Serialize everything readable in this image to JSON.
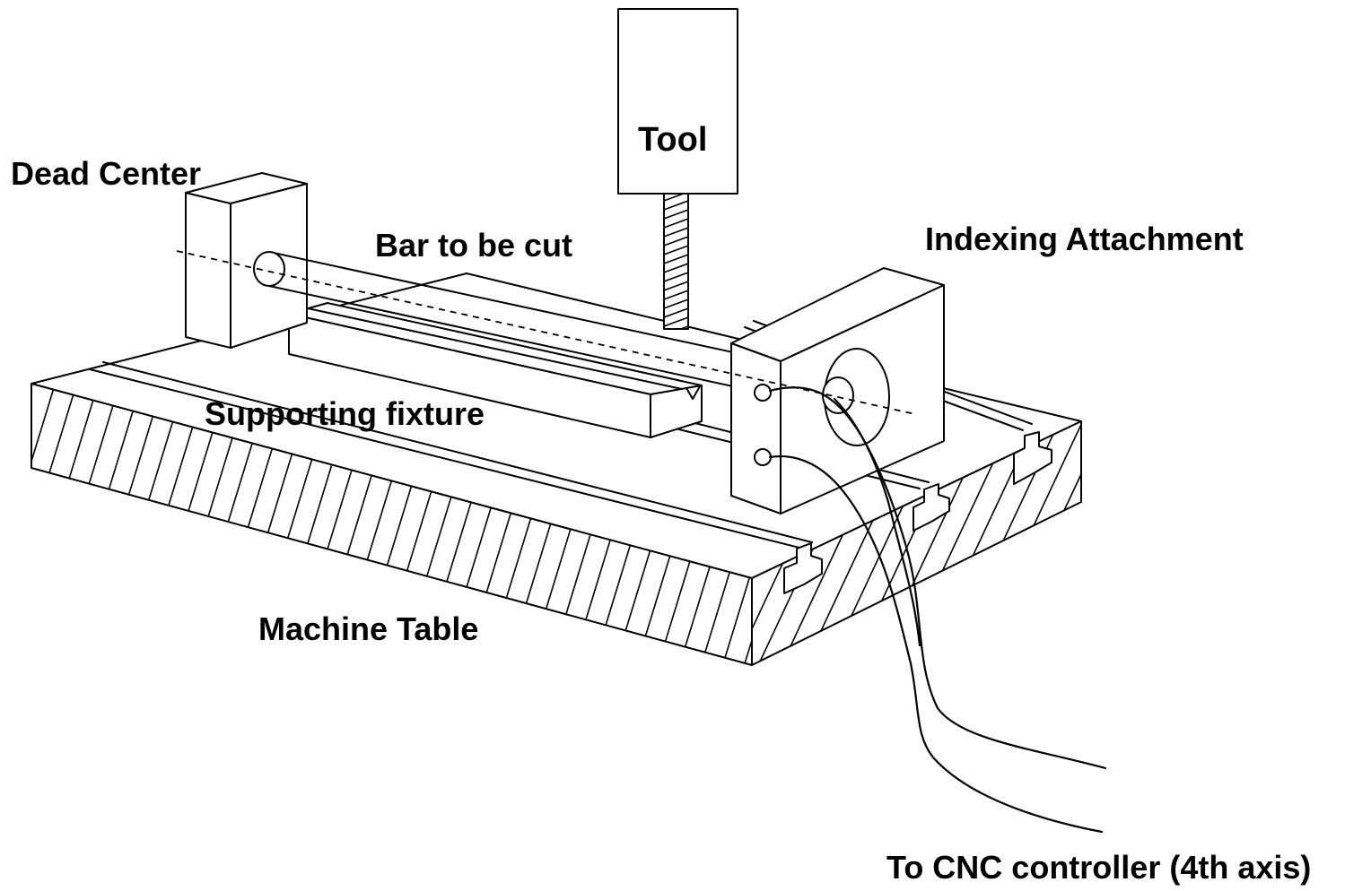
{
  "labels": {
    "tool": "Tool",
    "dead_center": "Dead Center",
    "bar": "Bar to be cut",
    "indexing": "Indexing Attachment",
    "fixture": "Supporting fixture",
    "table": "Machine Table",
    "controller": "To CNC controller (4th axis)"
  },
  "colors": {
    "ink": "#000000",
    "background": "#ffffff"
  }
}
